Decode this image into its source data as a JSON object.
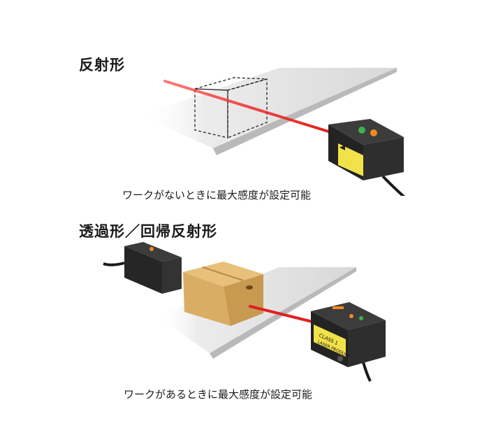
{
  "reflective": {
    "title": "反射形",
    "caption": "ワークがないときに最大感度が設定可能"
  },
  "through_beam": {
    "title": "透過形／回帰反射形",
    "caption": "ワークがあるときに最大感度が設定可能",
    "sensor_label_line1": "CLASS 1",
    "sensor_label_line2": "LASER PRODUCT"
  },
  "colors": {
    "laser": "#e02020",
    "conveyor": "#e6e6e6",
    "sensor_body": "#2b2b2b",
    "box": "#d9ad63",
    "warning_label": "#f2e24a"
  }
}
